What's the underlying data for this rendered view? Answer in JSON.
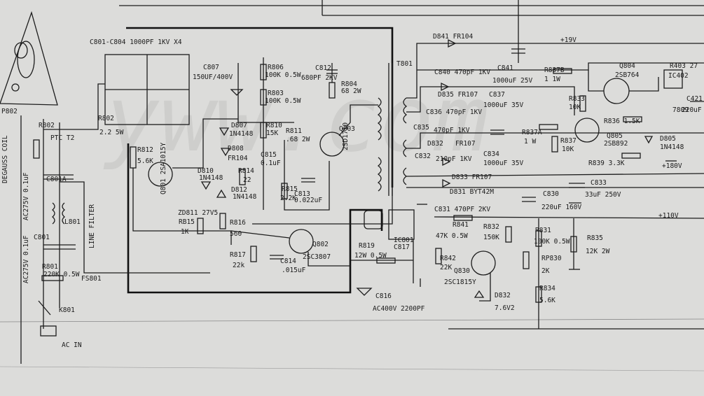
{
  "schematic": {
    "watermark": "yww.com",
    "labels": [
      {
        "key": "c801_c804",
        "text": "C801-C804  1000PF 1KV X4"
      },
      {
        "key": "c807_ref",
        "text": "C807"
      },
      {
        "key": "c807_val",
        "text": "150UF/400V"
      },
      {
        "key": "r806_ref",
        "text": "R806"
      },
      {
        "key": "r806_val",
        "text": "100K 0.5W"
      },
      {
        "key": "r803_ref",
        "text": "R803"
      },
      {
        "key": "r803_val",
        "text": "100K 0.5W"
      },
      {
        "key": "c812_ref",
        "text": "C812"
      },
      {
        "key": "c812_val",
        "text": "680PF 2KV"
      },
      {
        "key": "r804_ref",
        "text": "R804"
      },
      {
        "key": "r804_val",
        "text": "68 2W"
      },
      {
        "key": "t801",
        "text": "T801"
      },
      {
        "key": "d841",
        "text": "D841 FR104"
      },
      {
        "key": "c841_ref",
        "text": "C841"
      },
      {
        "key": "c841_val",
        "text": "1000uF 25V"
      },
      {
        "key": "r837b_ref",
        "text": "R837B"
      },
      {
        "key": "r837b_val",
        "text": "1 1W"
      },
      {
        "key": "v19",
        "text": "+19V"
      },
      {
        "key": "q804_ref",
        "text": "Q804"
      },
      {
        "key": "q804_val",
        "text": "2SB764"
      },
      {
        "key": "r403",
        "text": "R403 27"
      },
      {
        "key": "ic402",
        "text": "IC402"
      },
      {
        "key": "c421",
        "text": "C421"
      },
      {
        "key": "ic402_val",
        "text": "7809"
      },
      {
        "key": "c421_val",
        "text": "220uF"
      },
      {
        "key": "r833_ref",
        "text": "R833"
      },
      {
        "key": "r833_val",
        "text": "10K"
      },
      {
        "key": "c840",
        "text": "C840 470pF 1KV"
      },
      {
        "key": "d835",
        "text": "D835 FR107"
      },
      {
        "key": "c837_ref",
        "text": "C837"
      },
      {
        "key": "c837_val",
        "text": "1000uF 35V"
      },
      {
        "key": "c836",
        "text": "C836 470pF 1KV"
      },
      {
        "key": "c835",
        "text": "C835"
      },
      {
        "key": "c835_val",
        "text": "470pF 1KV"
      },
      {
        "key": "d832",
        "text": "D832"
      },
      {
        "key": "fr107_a",
        "text": "FR107"
      },
      {
        "key": "r837a_ref",
        "text": "R837A"
      },
      {
        "key": "r837a_val",
        "text": "1  W"
      },
      {
        "key": "r837_ref",
        "text": "R837"
      },
      {
        "key": "r837_val",
        "text": "10K"
      },
      {
        "key": "r836",
        "text": "R836  1.5K"
      },
      {
        "key": "q805_ref",
        "text": "Q805"
      },
      {
        "key": "q805_val",
        "text": "2SB892"
      },
      {
        "key": "d805_ref",
        "text": "D805"
      },
      {
        "key": "d805_val",
        "text": "1N4148"
      },
      {
        "key": "c832",
        "text": "C832"
      },
      {
        "key": "c832_val",
        "text": "210pF 1KV"
      },
      {
        "key": "c834_ref",
        "text": "C834"
      },
      {
        "key": "c834_val",
        "text": "1000uF 35V"
      },
      {
        "key": "r839",
        "text": "R839  3.3K"
      },
      {
        "key": "v180",
        "text": "+180V"
      },
      {
        "key": "d833",
        "text": "D833  FR107"
      },
      {
        "key": "d831",
        "text": "D831  BYT42M"
      },
      {
        "key": "c833_ref",
        "text": "C833"
      },
      {
        "key": "c833_val",
        "text": "33uF 250V"
      },
      {
        "key": "c830_ref",
        "text": "C830"
      },
      {
        "key": "c830_val",
        "text": "220uF 160V"
      },
      {
        "key": "c831",
        "text": "C831 470PF 2KV"
      },
      {
        "key": "v110",
        "text": "+110V"
      },
      {
        "key": "p802",
        "text": "P802"
      },
      {
        "key": "degauss",
        "text": "DEGAUSS COIL"
      },
      {
        "key": "r802",
        "text": "R802"
      },
      {
        "key": "ptc",
        "text": "PTC T2"
      },
      {
        "key": "r802b_ref",
        "text": "R802"
      },
      {
        "key": "r802b_val",
        "text": "2.2 5W"
      },
      {
        "key": "c801a",
        "text": "C801A"
      },
      {
        "key": "ac275_a",
        "text": "AC275V 0.1uF"
      },
      {
        "key": "l801",
        "text": "L801"
      },
      {
        "key": "line_filter",
        "text": "LINE FILTER"
      },
      {
        "key": "c801",
        "text": "C801"
      },
      {
        "key": "ac275_b",
        "text": "AC275V 0.1uF"
      },
      {
        "key": "r801_ref",
        "text": "R801"
      },
      {
        "key": "r801_val",
        "text": "220K 0.5W"
      },
      {
        "key": "f801",
        "text": "FS801"
      },
      {
        "key": "k801",
        "text": "K801"
      },
      {
        "key": "ac_in",
        "text": "AC IN"
      },
      {
        "key": "r812_ref",
        "text": "R812"
      },
      {
        "key": "r812_val",
        "text": "5.6K"
      },
      {
        "key": "q801",
        "text": "Q801 2SA1015Y"
      },
      {
        "key": "d807_ref",
        "text": "D807"
      },
      {
        "key": "d807_val",
        "text": "1N4148"
      },
      {
        "key": "d808_ref",
        "text": "D808"
      },
      {
        "key": "d808_val",
        "text": "FR104"
      },
      {
        "key": "r814_ref",
        "text": "R814"
      },
      {
        "key": "r814_val",
        "text": "22"
      },
      {
        "key": "r810_ref",
        "text": "R810"
      },
      {
        "key": "r810_val",
        "text": "15K"
      },
      {
        "key": "r811_ref",
        "text": "R811"
      },
      {
        "key": "r811_val",
        "text": ".68 2W"
      },
      {
        "key": "q803_ref",
        "text": "Q803"
      },
      {
        "key": "q803_val",
        "text": "2SD1710"
      },
      {
        "key": "c815_ref",
        "text": "C815"
      },
      {
        "key": "c815_val",
        "text": "0.1uF"
      },
      {
        "key": "d810_ref",
        "text": "D810"
      },
      {
        "key": "d810_val",
        "text": "1N4148"
      },
      {
        "key": "d812_ref",
        "text": "D812"
      },
      {
        "key": "d812_val",
        "text": "1N4148"
      },
      {
        "key": "r815b_ref",
        "text": "R815"
      },
      {
        "key": "r815b_val",
        "text": "2.2K"
      },
      {
        "key": "c813_ref",
        "text": "C813"
      },
      {
        "key": "c813_val",
        "text": "0.022uF"
      },
      {
        "key": "zd811",
        "text": "ZD811 27V5"
      },
      {
        "key": "r815_ref",
        "text": "RB15"
      },
      {
        "key": "r815_val",
        "text": "1K"
      },
      {
        "key": "r816_ref",
        "text": "R816"
      },
      {
        "key": "r816_val",
        "text": "560"
      },
      {
        "key": "r817_ref",
        "text": "R817"
      },
      {
        "key": "r817_val",
        "text": "22k"
      },
      {
        "key": "c814_ref",
        "text": "C814"
      },
      {
        "key": "c814_val",
        "text": ".015uF"
      },
      {
        "key": "q802_ref",
        "text": "Q802"
      },
      {
        "key": "q802_val",
        "text": "2SC3807"
      },
      {
        "key": "r819_ref",
        "text": "R819"
      },
      {
        "key": "r819_val",
        "text": "12W 0.5W"
      },
      {
        "key": "ic801",
        "text": "IC801"
      },
      {
        "key": "c817",
        "text": "C817"
      },
      {
        "key": "c816",
        "text": "C816"
      },
      {
        "key": "c816_val",
        "text": "AC400V 2200PF"
      },
      {
        "key": "r841_ref",
        "text": "R841"
      },
      {
        "key": "r841_val",
        "text": "47K 0.5W"
      },
      {
        "key": "r832_ref",
        "text": "R832"
      },
      {
        "key": "r832_val",
        "text": "150K"
      },
      {
        "key": "r842_ref",
        "text": "R842"
      },
      {
        "key": "r842_val",
        "text": "22K"
      },
      {
        "key": "q830_ref",
        "text": "Q830"
      },
      {
        "key": "q830_val",
        "text": "2SC1815Y"
      },
      {
        "key": "d832z_ref",
        "text": "D832"
      },
      {
        "key": "d832z_val",
        "text": "7.6V2"
      },
      {
        "key": "r831_ref",
        "text": "R831"
      },
      {
        "key": "r831_val",
        "text": "100K 0.5W"
      },
      {
        "key": "rp830_ref",
        "text": "RP830"
      },
      {
        "key": "rp830_val",
        "text": "2K"
      },
      {
        "key": "r834_ref",
        "text": "R834"
      },
      {
        "key": "r834_val",
        "text": "5.6K"
      },
      {
        "key": "r835_ref",
        "text": "R835"
      },
      {
        "key": "r835_val",
        "text": "12K 2W"
      }
    ]
  }
}
